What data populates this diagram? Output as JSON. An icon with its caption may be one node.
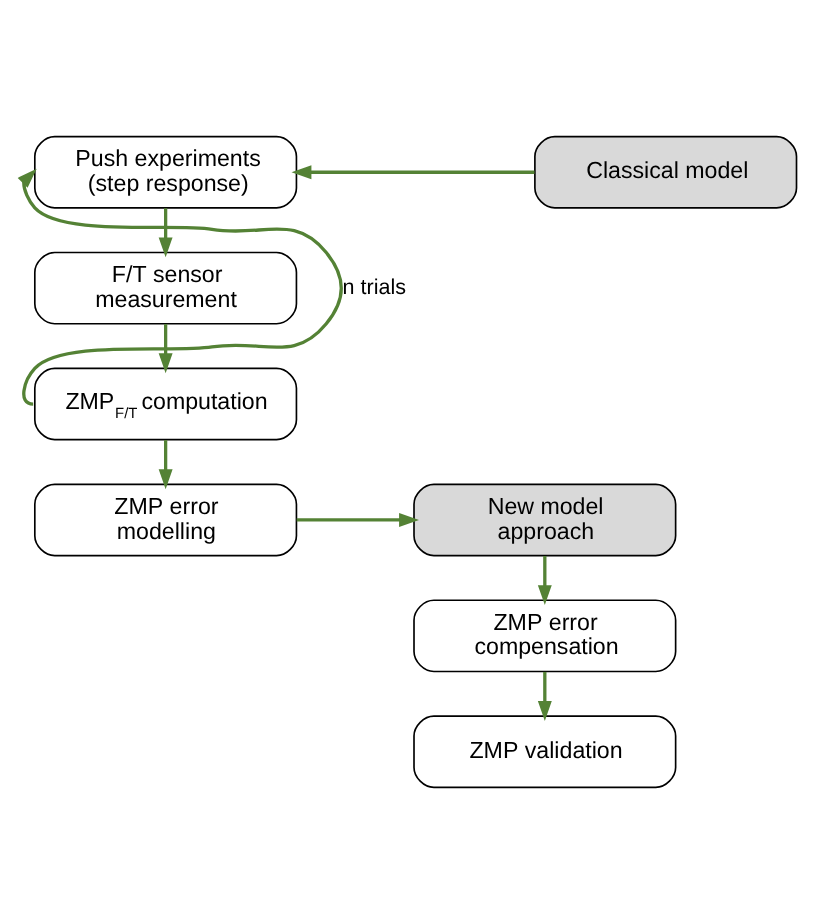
{
  "diagram": {
    "nodes": [
      {
        "text": [
          "Push experiments (step response)"
        ]
      },
      {
        "text": [
          "Classical model"
        ]
      },
      {
        "text": [
          "F/T sensor measurement"
        ]
      },
      {
        "text": [
          "ZMP$_{F/T}$ computation"
        ]
      },
      {
        "text": [
          "ZMP error modelling"
        ]
      },
      {
        "text": [
          "New model approach"
        ]
      },
      {
        "text": [
          "ZMP error compensation"
        ]
      },
      {
        "text": [
          "ZMP validation"
        ]
      }
    ],
    "edges": [
      {
        "from": 1,
        "to": 0,
        "arrow": "to"
      },
      {
        "from": 0,
        "to": 2,
        "arrow": "to"
      },
      {
        "from": 2,
        "to": 3,
        "arrow": "to"
      },
      {
        "from": 3,
        "to": 0,
        "arrow": "to",
        "label": "n trials"
      },
      {
        "from": 3,
        "to": 4,
        "arrow": "to"
      },
      {
        "from": 4,
        "to": 5,
        "arrow": "to"
      },
      {
        "from": 5,
        "to": 6,
        "arrow": "to"
      },
      {
        "from": 6,
        "to": 7,
        "arrow": "to"
      }
    ]
  }
}
